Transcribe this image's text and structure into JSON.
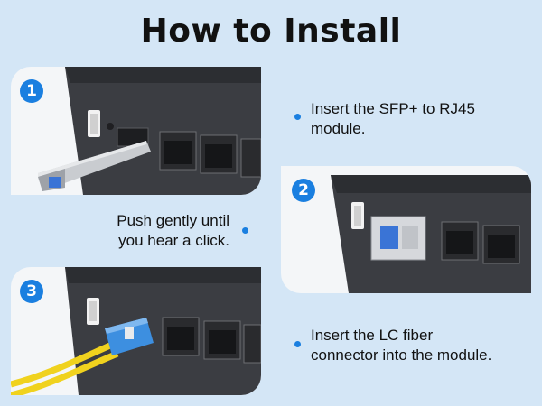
{
  "title": "How to Install",
  "steps": [
    {
      "number": "1",
      "text_line1": "Insert the SFP+ to RJ45",
      "text_line2": "module."
    },
    {
      "number": "2",
      "text_line1": "Push gently until",
      "text_line2": "you hear a click."
    },
    {
      "number": "3",
      "text_line1": "Insert the LC fiber",
      "text_line2": "connector into the module."
    }
  ],
  "colors": {
    "background": "#d4e6f6",
    "accent": "#1a7fe0",
    "device": "#3a3c40",
    "cable": "#f0d21e",
    "connector": "#3d8fe0"
  }
}
